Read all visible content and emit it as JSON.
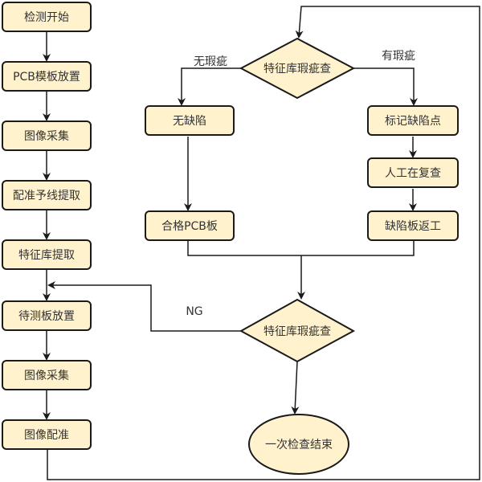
{
  "colors": {
    "node_fill": "#fff2cc",
    "stroke": "#1a1a1a",
    "text": "#333333"
  },
  "left_steps": [
    "检测开始",
    "PCB模板放置",
    "图像采集",
    "配准予线提取",
    "特征库提取",
    "待测板放置",
    "图像采集",
    "图像配准"
  ],
  "decision1": "特征库瑕疵查",
  "label_no_defect": "无瑕疵",
  "label_defect": "有瑕疵",
  "no_defect_box": "无缺陷",
  "qualified_box": "合格PCB板",
  "defect_steps": [
    "标记缺陷点",
    "人工在复查",
    "缺陷板返工"
  ],
  "decision2": "特征库瑕疵查",
  "label_ng": "NG",
  "end": "一次检查结束"
}
